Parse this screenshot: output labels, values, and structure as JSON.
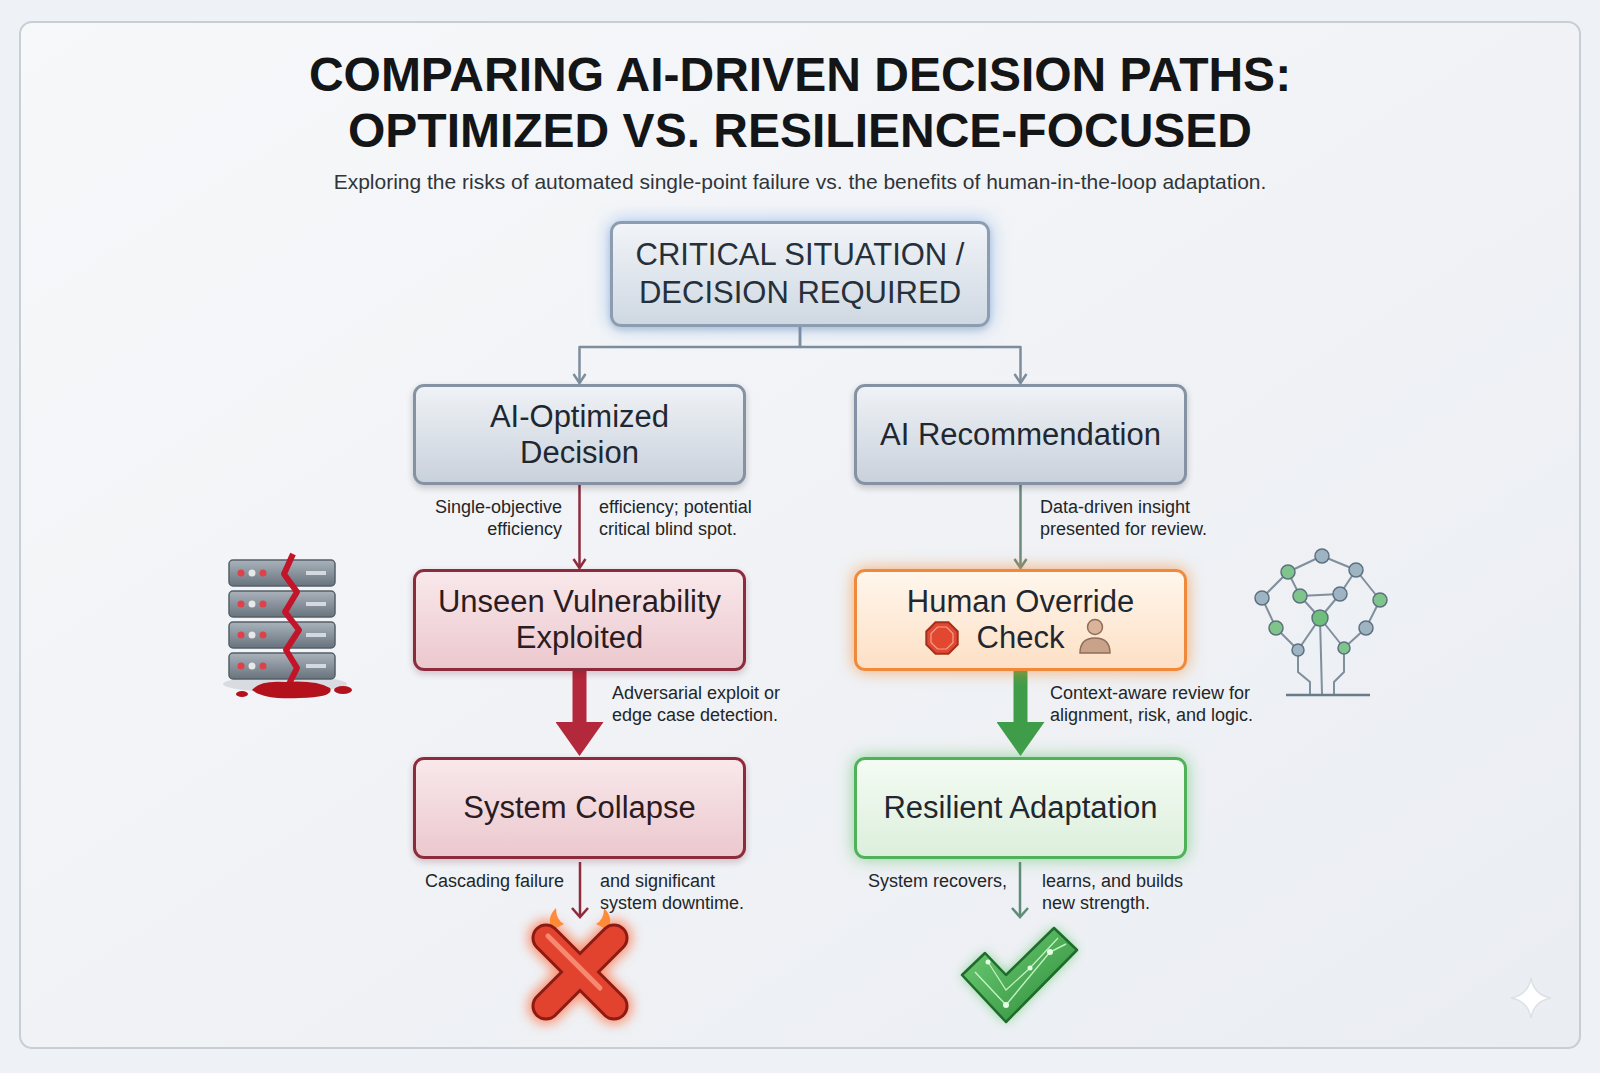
{
  "diagram": {
    "title": "COMPARING AI-DRIVEN DECISION PATHS: OPTIMIZED VS. RESILIENCE-FOCUSED",
    "caption": "Exploring the risks of automated single-point failure vs. the benefits of human-in-the-loop adaptation.",
    "nodes": [
      {
        "text": [
          "CRITICAL SITUATION / DECISION REQUIRED"
        ]
      },
      {
        "text": [
          "AI-Optimized Decision"
        ]
      },
      {
        "text": [
          "AI Recommendation"
        ]
      },
      {
        "text": [
          "Unseen Vulnerability Exploited"
        ]
      },
      {
        "text": [
          "Human Override Check"
        ]
      },
      {
        "text": [
          "System Collapse"
        ]
      },
      {
        "text": [
          "Resilient Adaptation"
        ]
      }
    ],
    "edges": [
      {
        "from": 0,
        "to": 1,
        "arrow": "to"
      },
      {
        "from": 0,
        "to": 2,
        "arrow": "to"
      },
      {
        "from": 1,
        "to": 3,
        "arrow": "to",
        "label": "Single-objective efficiency"
      },
      {
        "from": 2,
        "to": 4,
        "arrow": "to",
        "label": "Data-driven insight presented for review."
      },
      {
        "from": 3,
        "to": 5,
        "arrow": "to",
        "label": "Adversarial exploit or edge case detection."
      },
      {
        "from": 4,
        "to": 6,
        "arrow": "to",
        "label": "Context-aware review for alignment, risk, and logic."
      }
    ],
    "labels": [
      "efficiency; potential critical blind spot.",
      "Cascading failure",
      "and significant system downtime.",
      "System recovers,",
      "learns, and builds new strength."
    ]
  }
}
